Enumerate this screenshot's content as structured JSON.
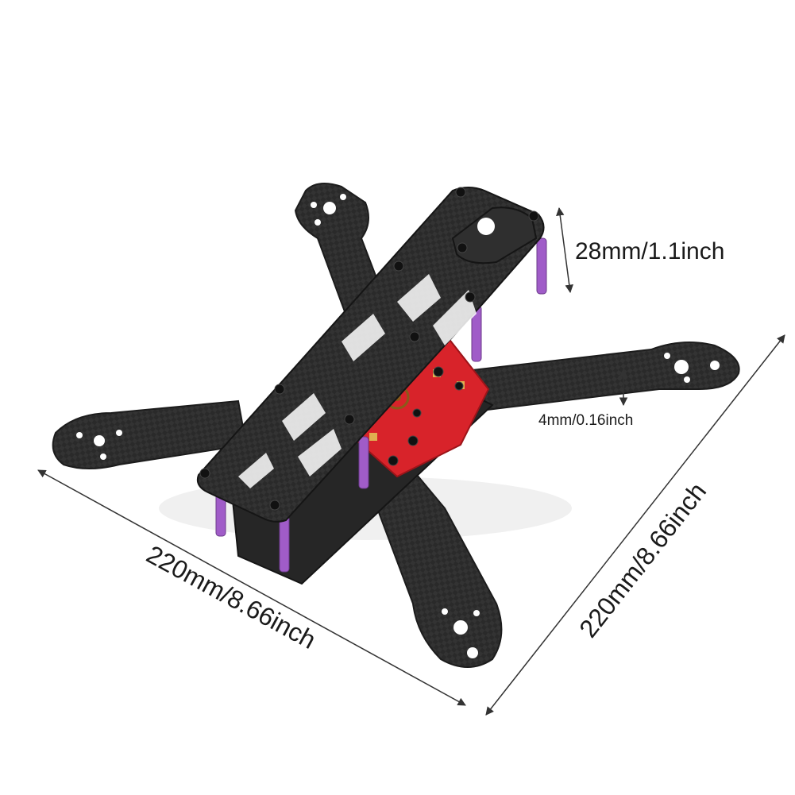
{
  "dimensions": {
    "height_label": "28mm/1.1inch",
    "plate_label": "4mm/0.16inch",
    "length_label": "220mm/8.66inch",
    "width_label": "220mm/8.66inch"
  },
  "colors": {
    "carbon": "#2b2b2b",
    "carbon_dark": "#1c1c1c",
    "standoff": "#9b59b6",
    "pdb_red": "#d8232a",
    "arrow": "#333333"
  }
}
